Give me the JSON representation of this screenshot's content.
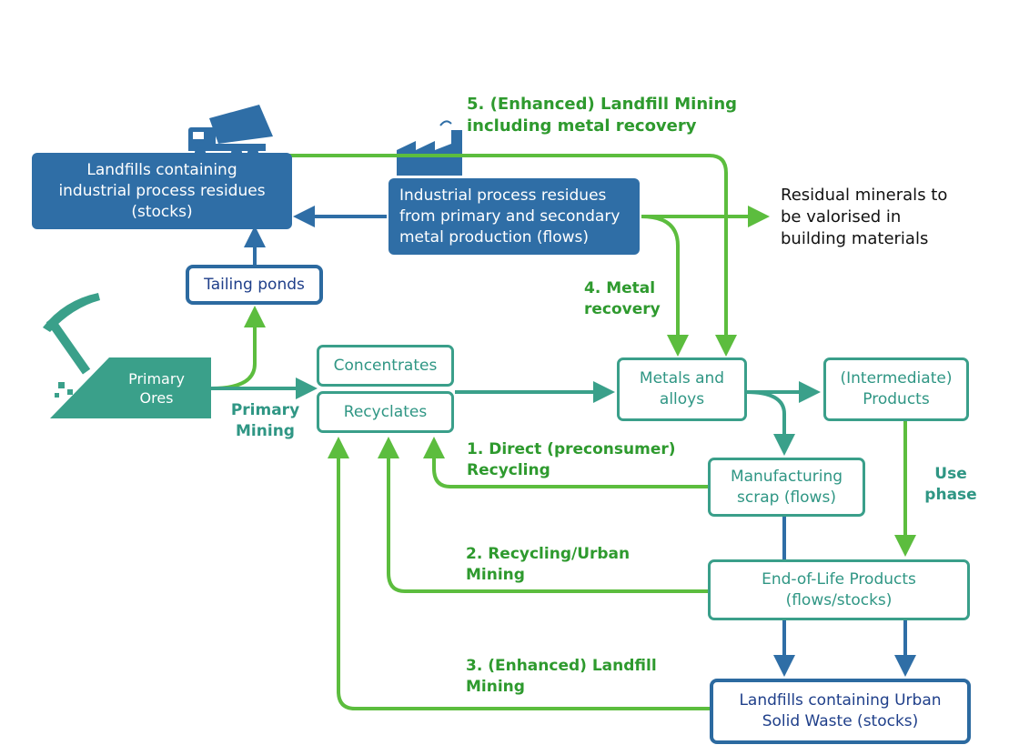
{
  "boxes": {
    "landfill_industrial": "Landfills containing industrial process residues (stocks)",
    "industrial_residues": "Industrial process residues from primary and secondary metal production (flows)",
    "tailing_ponds": "Tailing ponds",
    "primary_ores": "Primary Ores",
    "concentrates": "Concentrates",
    "recyclates": "Recyclates",
    "metals_alloys": "Metals and alloys",
    "intermediate_products": "(Intermediate) Products",
    "manufacturing_scrap": "Manufacturing scrap (flows)",
    "end_of_life": "End-of-Life Products (flows/stocks)",
    "landfill_urban": "Landfills containing Urban Solid Waste (stocks)"
  },
  "labels": {
    "enhanced_landfill_5": "5. (Enhanced) Landfill Mining including metal recovery",
    "residual_minerals": "Residual minerals to be valorised in building materials",
    "metal_recovery_4": "4. Metal recovery",
    "primary_mining": "Primary Mining",
    "direct_recycling_1": "1. Direct (preconsumer) Recycling",
    "use_phase": "Use phase",
    "recycling_urban_2": "2. Recycling/Urban Mining",
    "enhanced_landfill_3": "3. (Enhanced) Landfill Mining"
  },
  "colors": {
    "green_flow": "#5cbd3e",
    "blue_flow": "#2f6ea6",
    "teal_box": "#3a9f8a",
    "navy_box": "#2c6aa0",
    "label_green": "#2e9a2e"
  },
  "icons": [
    "dump-truck-icon",
    "factory-icon",
    "pickaxe-icon"
  ]
}
